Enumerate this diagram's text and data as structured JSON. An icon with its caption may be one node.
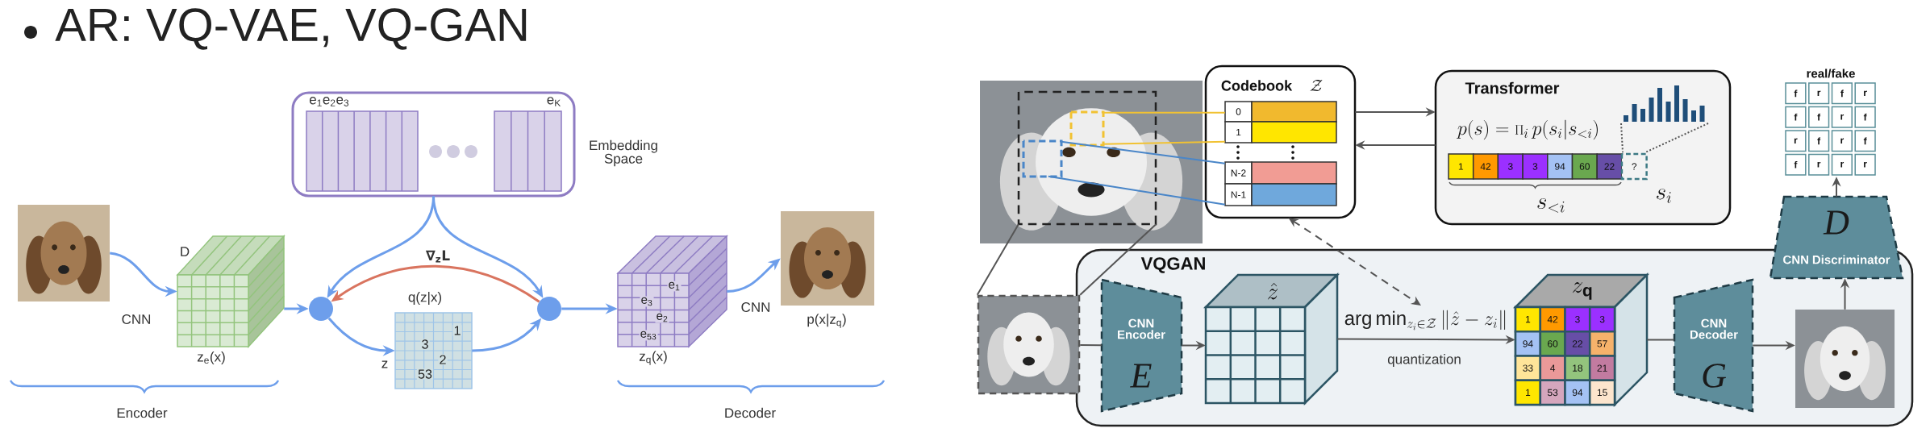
{
  "diagram": {
    "title": "AR: VQ-VAE, VQ-GAN",
    "nodes": [
      {
        "text": [],
        "shape": "picture"
      },
      {
        "text": [
          "e$_{1}$e$_{2}$e$_{3}$",
          "e$_{K}$"
        ],
        "beside": [
          "Embedding Space"
        ]
      },
      {
        "text": [
          "D"
        ],
        "beside": [
          "z$_{e}$(x)"
        ]
      },
      {
        "text": [],
        "shape": "circle"
      },
      {
        "text": [
          "q(z|x)",
          "1",
          "3",
          "2",
          "53"
        ]
      },
      {
        "text": [],
        "shape": "circle"
      },
      {
        "text": [
          "e$_{1}$",
          "e$_{3}$",
          "e$_{2}$",
          "e$_{53}$"
        ],
        "beside": [
          "z$_{q}$(x)"
        ]
      },
      {
        "text": [],
        "shape": "picture",
        "beside": [
          "p(x|z$_{q}$)"
        ]
      },
      {
        "text": [],
        "shape": "picture"
      },
      {
        "text": [
          "Codebook",
          "\\mathcal{Z}",
          "0",
          "1",
          "N-2",
          "N-1"
        ]
      },
      {
        "text": [
          "Transformer",
          "p(s) = \\prod_i p(s_i|s_{<i})",
          "1",
          "42",
          "3",
          "3",
          "94",
          "60",
          "22",
          "?",
          "s_{<i}",
          "s_i"
        ]
      },
      {
        "text": [
          "real/fake",
          "f",
          "r",
          "f",
          "r",
          "f",
          "f",
          "r",
          "f",
          "r",
          "f",
          "r",
          "f",
          "f",
          "r",
          "r",
          "r"
        ]
      },
      {
        "text": [
          "D",
          "CNN Discriminator"
        ]
      },
      {
        "text": [
          "VQGAN"
        ]
      },
      {
        "text": [],
        "shape": "picture"
      },
      {
        "text": [
          "CNN Encoder",
          "E"
        ],
        "in": 13
      },
      {
        "text": [
          "\\hat{z}"
        ],
        "in": 13
      },
      {
        "text": [
          "z_{\\mathbf{q}}",
          "1",
          "42",
          "3",
          "3",
          "94",
          "60",
          "22",
          "57",
          "33",
          "4",
          "18",
          "21",
          "1",
          "53",
          "94",
          "15"
        ],
        "in": 13
      },
      {
        "text": [
          "CNN Decoder",
          "G"
        ],
        "in": 13
      },
      {
        "text": [],
        "shape": "picture",
        "in": 13
      },
      {
        "text": [
          "\\arg\\min_{z_i\\in\\mathcal{Z}}\\|\\hat{z}-z_i\\|"
        ],
        "in": 13
      }
    ],
    "edges": [
      {
        "from": 0,
        "to": 2,
        "arrow": "to",
        "label": "CNN",
        "color": "#6d9eeb"
      },
      {
        "from": 2,
        "to": 3,
        "arrow": "to",
        "color": "#6d9eeb"
      },
      {
        "from": 1,
        "to": 3,
        "arrow": "to",
        "color": "#6d9eeb"
      },
      {
        "from": 1,
        "to": 5,
        "arrow": "to",
        "color": "#6d9eeb"
      },
      {
        "from": 5,
        "to": 3,
        "arrow": "to",
        "label": "∇$_{z}$L",
        "color": "#d9745f"
      },
      {
        "from": 3,
        "to": 4,
        "arrow": "to",
        "label": "z",
        "color": "#6d9eeb"
      },
      {
        "from": 4,
        "to": 5,
        "arrow": "to",
        "color": "#6d9eeb"
      },
      {
        "from": 5,
        "to": 6,
        "arrow": "to",
        "color": "#6d9eeb"
      },
      {
        "from": 6,
        "to": 7,
        "arrow": "to",
        "label": "CNN",
        "color": "#6d9eeb"
      },
      {
        "from": 8,
        "to": 14,
        "arrow": "none"
      },
      {
        "from": 8,
        "to": 14,
        "arrow": "none"
      },
      {
        "from": 9,
        "to": 10,
        "arrow": "to"
      },
      {
        "from": 10,
        "to": 9,
        "arrow": "to"
      },
      {
        "from": 9,
        "to": 20,
        "arrow": "both",
        "style": "dashed"
      },
      {
        "from": 14,
        "to": 15,
        "arrow": "none"
      },
      {
        "from": 15,
        "to": 16,
        "arrow": "to"
      },
      {
        "from": 16,
        "to": 17,
        "arrow": "to",
        "label": "quantization"
      },
      {
        "from": 17,
        "to": 18,
        "arrow": "none"
      },
      {
        "from": 18,
        "to": 19,
        "arrow": "to"
      },
      {
        "from": 19,
        "to": 12,
        "arrow": "to"
      },
      {
        "from": 12,
        "to": 11,
        "arrow": "to"
      },
      {
        "from": 8,
        "to": 9,
        "arrow": "none",
        "color": "#f1c232"
      },
      {
        "from": 8,
        "to": 9,
        "arrow": "none",
        "color": "#f1c232"
      },
      {
        "from": 8,
        "to": 9,
        "arrow": "none",
        "color": "#4a86c8"
      },
      {
        "from": 8,
        "to": 9,
        "arrow": "none",
        "color": "#4a86c8"
      }
    ],
    "labels": [
      "Encoder",
      "Decoder"
    ]
  }
}
